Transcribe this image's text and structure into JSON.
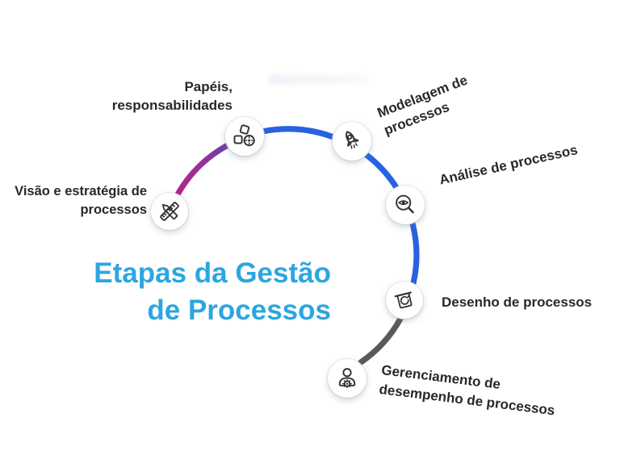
{
  "title": {
    "line1": "Etapas da Gestão",
    "line2": "de Processos"
  },
  "steps": [
    {
      "name": "visao",
      "label": "Visão e estratégia de\nprocessos",
      "icon": "pencil-ruler-icon"
    },
    {
      "name": "papeis",
      "label": "Papéis,\nresponsabilidades",
      "icon": "shapes-gear-icon"
    },
    {
      "name": "modelagem",
      "label": "Modelagem de\nprocessos",
      "icon": "rocket-icon"
    },
    {
      "name": "analise",
      "label": "Análise de processos",
      "icon": "eye-magnifier-icon"
    },
    {
      "name": "desenho",
      "label": "Desenho de processos",
      "icon": "refresh-box-icon"
    },
    {
      "name": "gerenciamento",
      "label": "Gerenciamento de\ndesempenho de processos",
      "icon": "person-gear-icon"
    }
  ],
  "colors": {
    "title_blue": "#2ca6df",
    "label_text": "#282828",
    "arc_blue": "#2862e2",
    "arc_magenta": "#b22786",
    "arc_purple": "#6d3da5",
    "arc_gray": "#59595b"
  }
}
